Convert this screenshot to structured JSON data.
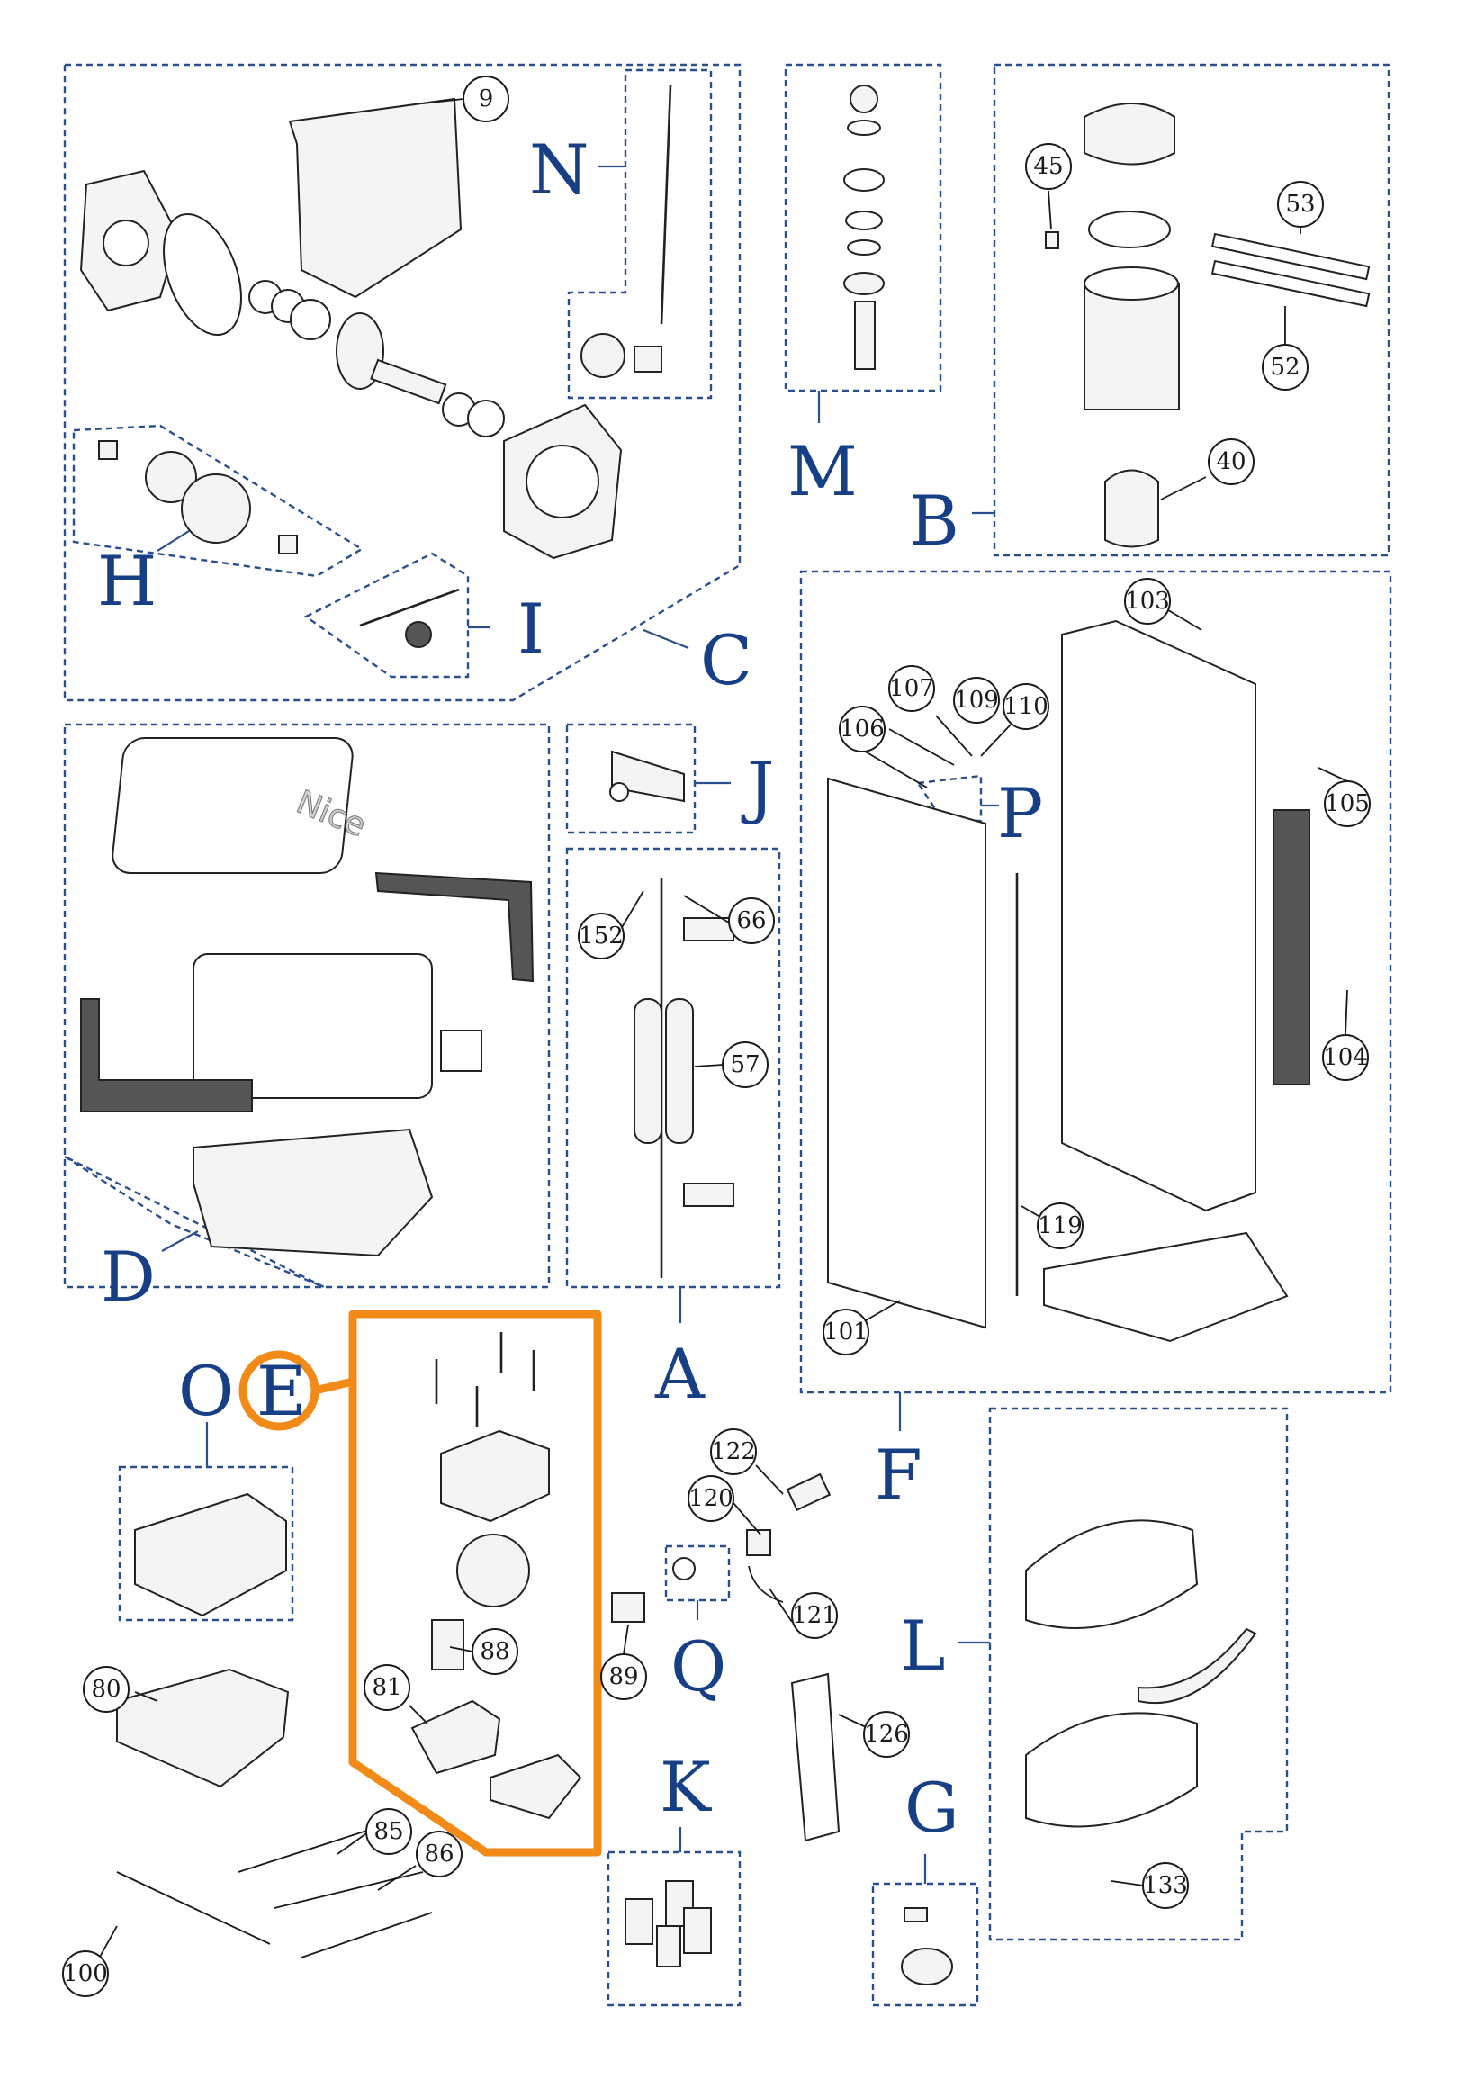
{
  "groups": {
    "A": "A",
    "B": "B",
    "C": "C",
    "D": "D",
    "E": "E",
    "F": "F",
    "G": "G",
    "H": "H",
    "I": "I",
    "J": "J",
    "K": "K",
    "L": "L",
    "M": "M",
    "N": "N",
    "O": "O",
    "P": "P",
    "Q": "Q"
  },
  "callouts": {
    "c9": "9",
    "c45": "45",
    "c53": "53",
    "c52": "52",
    "c40": "40",
    "c103": "103",
    "c107": "107",
    "c109": "109",
    "c110": "110",
    "c106": "106",
    "c105": "105",
    "c104": "104",
    "c119": "119",
    "c101": "101",
    "c152": "152",
    "c66": "66",
    "c57": "57",
    "c122": "122",
    "c120": "120",
    "c121": "121",
    "c88": "88",
    "c81": "81",
    "c80": "80",
    "c89": "89",
    "c85": "85",
    "c86": "86",
    "c100": "100",
    "c126": "126",
    "c133": "133"
  },
  "brand_text": "Nice",
  "colors": {
    "box_line": "#2a4f8f",
    "letter": "#173f86",
    "highlight": "#f28a17"
  },
  "highlighted_group": "E"
}
